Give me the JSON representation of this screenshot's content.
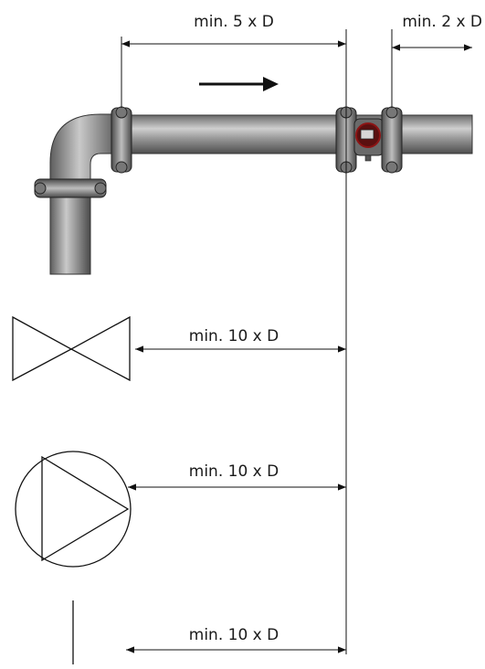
{
  "dimensions": {
    "upstream_pipe": "min. 5 x D",
    "downstream_pipe": "min. 2 x D",
    "valve": "min. 10 x D",
    "pump": "min. 10 x D",
    "bottom": "min. 10 x D"
  },
  "colors": {
    "line": "#111111",
    "pipe_dark": "#5d5d5d",
    "pipe_light": "#b8b8b8",
    "meter_red": "#8c1414"
  },
  "icons": {
    "flow_direction": "flow-arrow-icon",
    "valve": "valve-symbol-icon",
    "pump": "pump-symbol-icon"
  }
}
